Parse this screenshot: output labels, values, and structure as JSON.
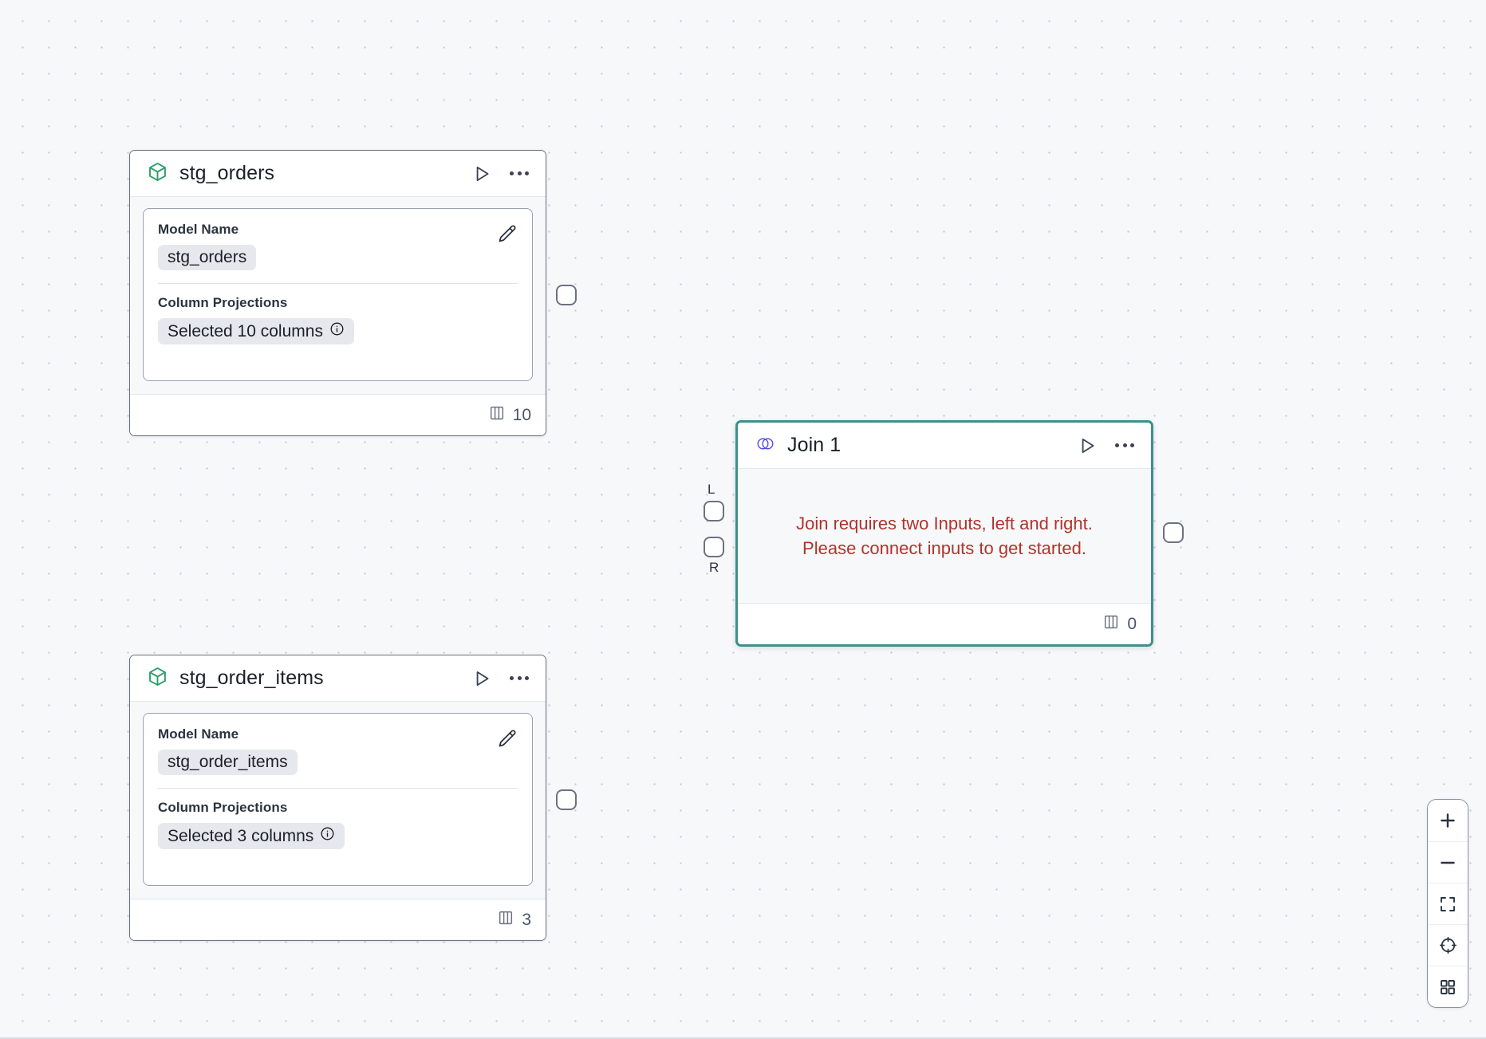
{
  "canvas": {
    "background_color": "#f7f8fa",
    "dot_color": "#c3c7d0",
    "accent_selected": "#3f8f8b",
    "error_color": "#b0342c",
    "model_icon_color": "#2e9e6b",
    "join_icon_color": "#4f46e5"
  },
  "nodes": [
    {
      "id": "stg_orders",
      "icon": "cube-icon",
      "title": "stg_orders",
      "fields": {
        "model_name_label": "Model Name",
        "model_name_value": "stg_orders",
        "column_projections_label": "Column Projections",
        "column_projections_value": "Selected 10 columns"
      },
      "footer_count": "10",
      "footer_icon": "columns-icon",
      "run_icon": "play-icon",
      "menu_icon": "more-horizontal-icon",
      "edit_icon": "pencil-icon",
      "info_icon": "info-icon"
    },
    {
      "id": "stg_order_items",
      "icon": "cube-icon",
      "title": "stg_order_items",
      "fields": {
        "model_name_label": "Model Name",
        "model_name_value": "stg_order_items",
        "column_projections_label": "Column Projections",
        "column_projections_value": "Selected 3 columns"
      },
      "footer_count": "3",
      "footer_icon": "columns-icon",
      "run_icon": "play-icon",
      "menu_icon": "more-horizontal-icon",
      "edit_icon": "pencil-icon",
      "info_icon": "info-icon"
    },
    {
      "id": "join_1",
      "icon": "join-venn-icon",
      "title": "Join 1",
      "selected": true,
      "message_line1": "Join requires two Inputs, left and right.",
      "message_line2": "Please connect inputs to get started.",
      "footer_count": "0",
      "footer_icon": "columns-icon",
      "run_icon": "play-icon",
      "menu_icon": "more-horizontal-icon",
      "input_ports": [
        {
          "label": "L",
          "name": "left-input-port"
        },
        {
          "label": "R",
          "name": "right-input-port"
        }
      ]
    }
  ],
  "controls": [
    {
      "name": "zoom-in-button",
      "icon": "plus-icon",
      "label": "+"
    },
    {
      "name": "zoom-out-button",
      "icon": "minus-icon",
      "label": "−"
    },
    {
      "name": "fit-view-button",
      "icon": "fit-screen-icon",
      "label": ""
    },
    {
      "name": "center-view-button",
      "icon": "crosshair-icon",
      "label": ""
    },
    {
      "name": "minimap-toggle-button",
      "icon": "grid-icon",
      "label": ""
    }
  ]
}
